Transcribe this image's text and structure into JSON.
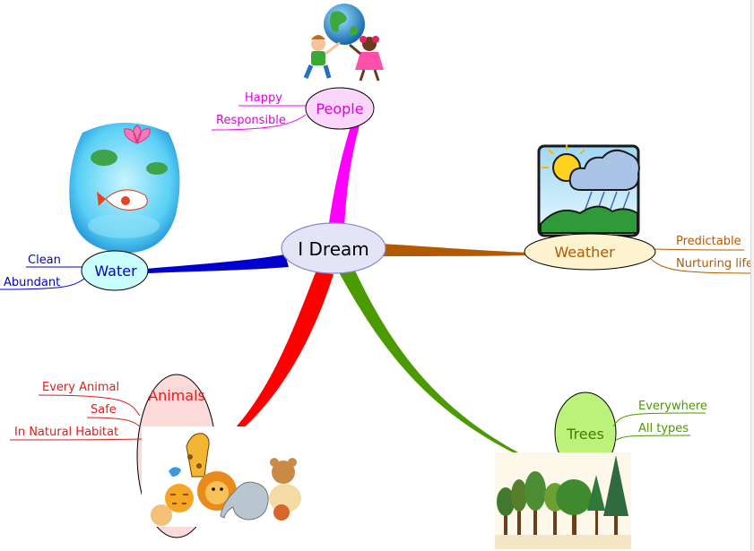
{
  "center": {
    "label": "I Dream"
  },
  "branches": [
    {
      "id": "people",
      "label": "People",
      "color": "#ff00ff",
      "fill": "#fbd6fb",
      "subtopics": [
        "Happy",
        "Responsible"
      ]
    },
    {
      "id": "weather",
      "label": "Weather",
      "color": "#b35900",
      "fill": "#fdf3cf",
      "subtopics": [
        "Predictable",
        "Nurturing life"
      ]
    },
    {
      "id": "water",
      "label": "Water",
      "color": "#0000cc",
      "fill": "#c9ffff",
      "subtopics": [
        "Clean",
        "Abundant"
      ]
    },
    {
      "id": "animals",
      "label": "Animals",
      "color": "#e31b1b",
      "fill": "#fcdada",
      "subtopics": [
        "Every Animal",
        "Safe",
        "In Natural Habitat"
      ]
    },
    {
      "id": "trees",
      "label": "Trees",
      "color": "#4a9a00",
      "fill": "#bdf27a",
      "subtopics": [
        "Everywhere",
        "All types"
      ]
    }
  ],
  "colors": {
    "center_fill": "#e4e4f7",
    "center_stroke": "#8a8ac8"
  },
  "images": {
    "people": "children-globe-clipart",
    "weather": "sun-cloud-rain-clipart",
    "water": "lotus-pond-koi-clipart",
    "animals": "animal-group-clipart",
    "trees": "tree-species-chart"
  }
}
